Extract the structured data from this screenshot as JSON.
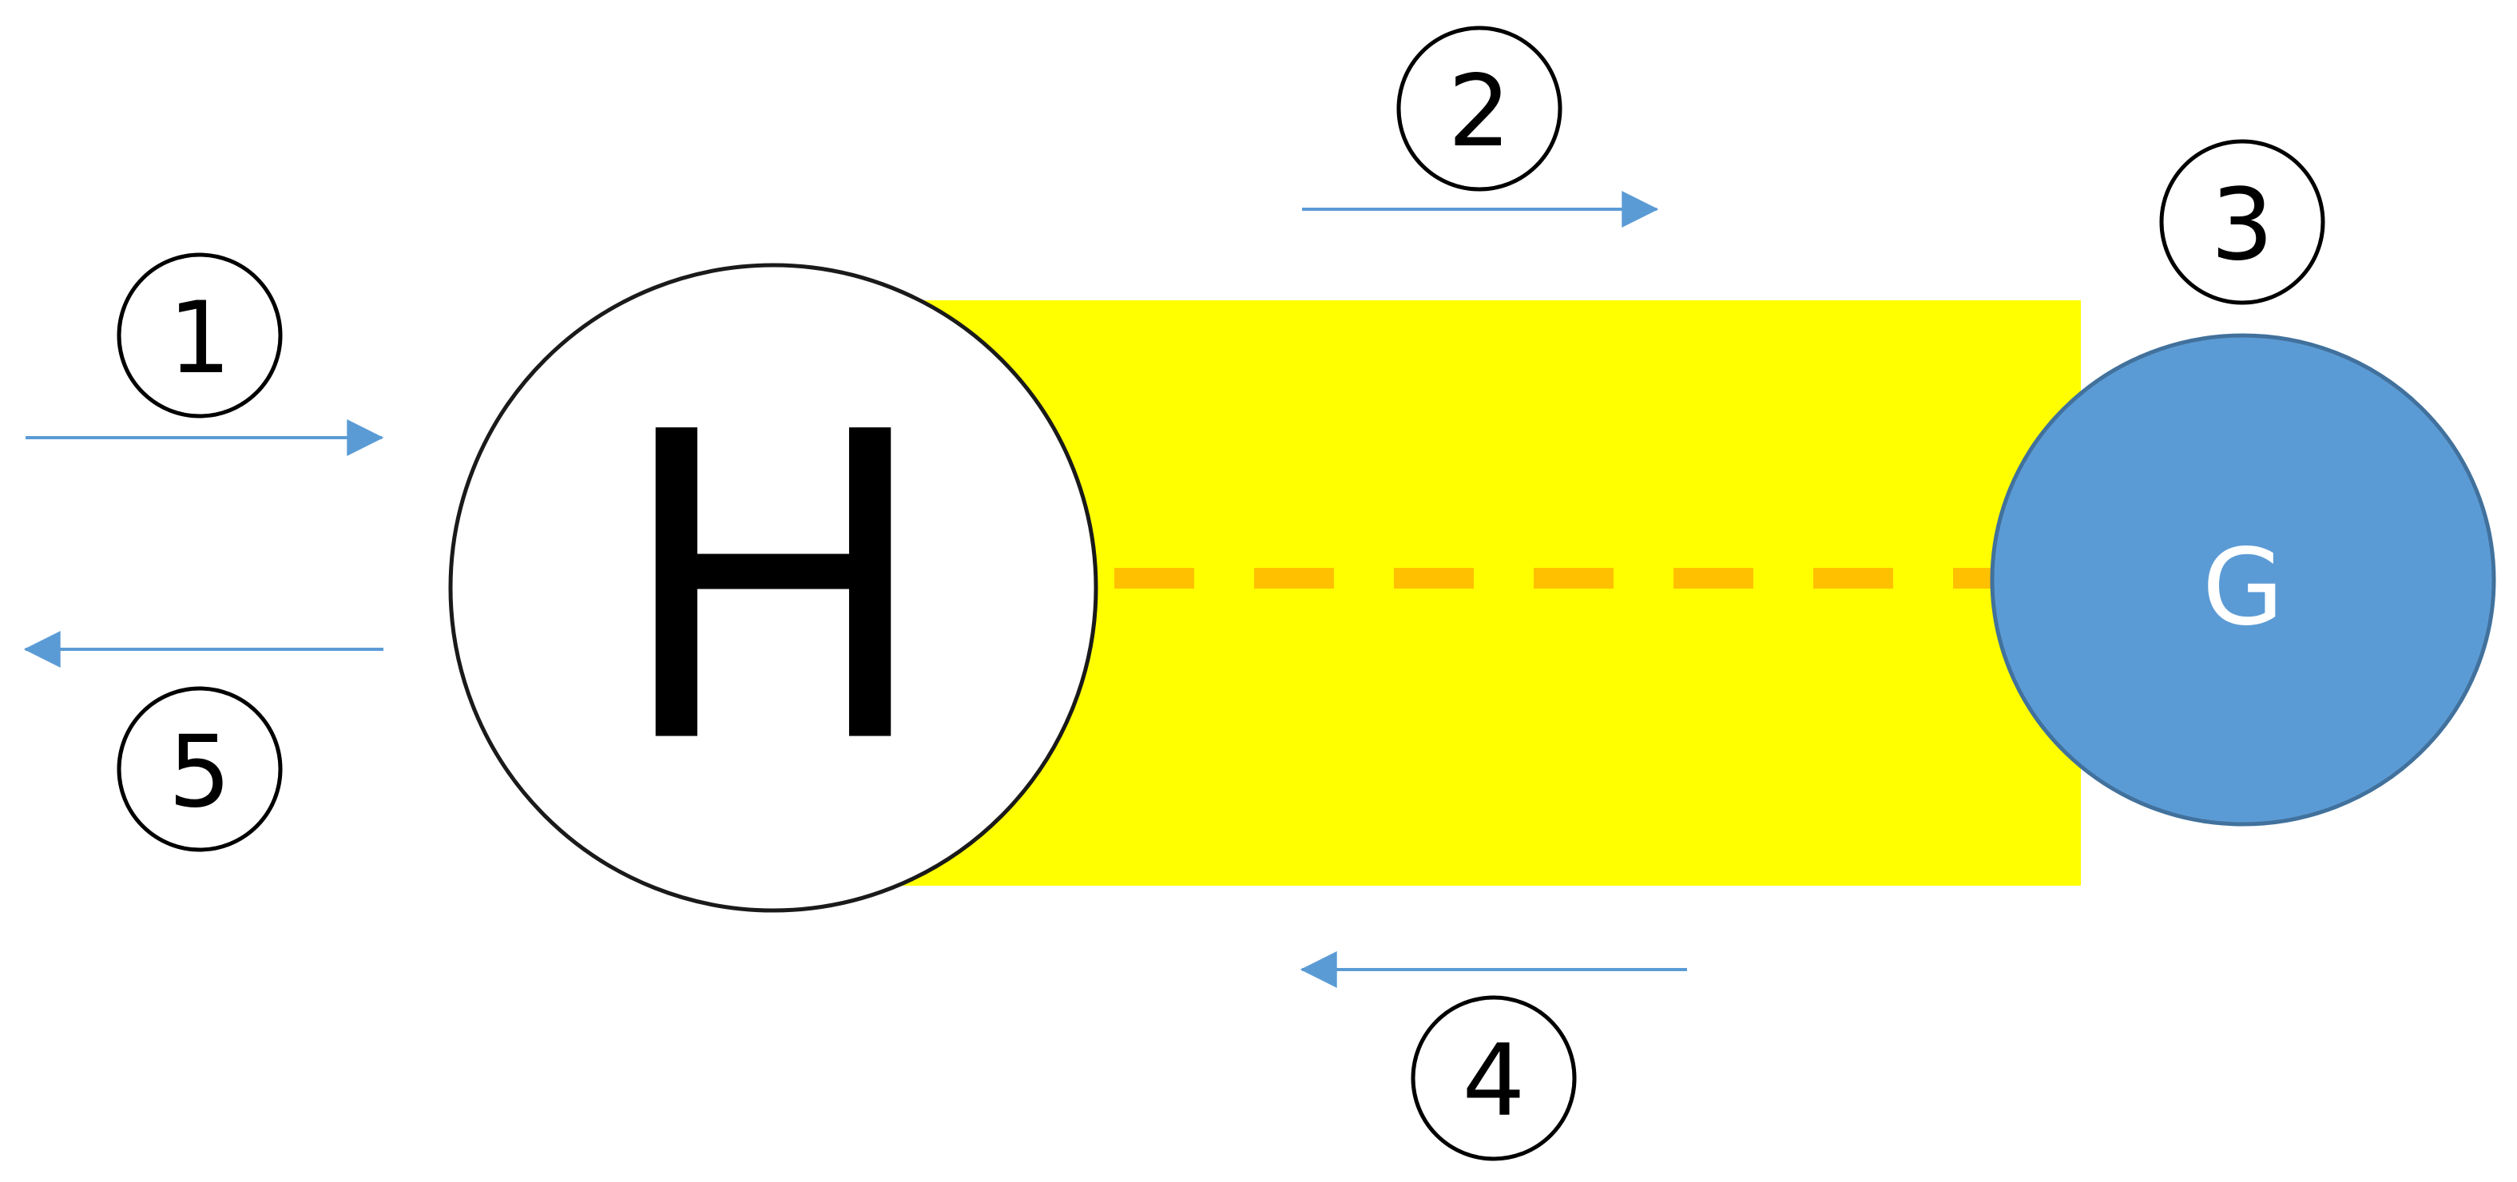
{
  "nodes": {
    "h": {
      "label": "H",
      "fill": "#ffffff",
      "stroke": "#1a1a1a"
    },
    "g": {
      "label": "G",
      "fill": "#5b9bd5",
      "stroke": "#41719c"
    }
  },
  "channel": {
    "fill": "#ffff00",
    "dash_color": "#ffc000"
  },
  "arrow_color": "#5b9bd5",
  "steps": [
    {
      "label": "1",
      "direction": "right"
    },
    {
      "label": "2",
      "direction": "right"
    },
    {
      "label": "3"
    },
    {
      "label": "4",
      "direction": "left"
    },
    {
      "label": "5",
      "direction": "left"
    }
  ]
}
